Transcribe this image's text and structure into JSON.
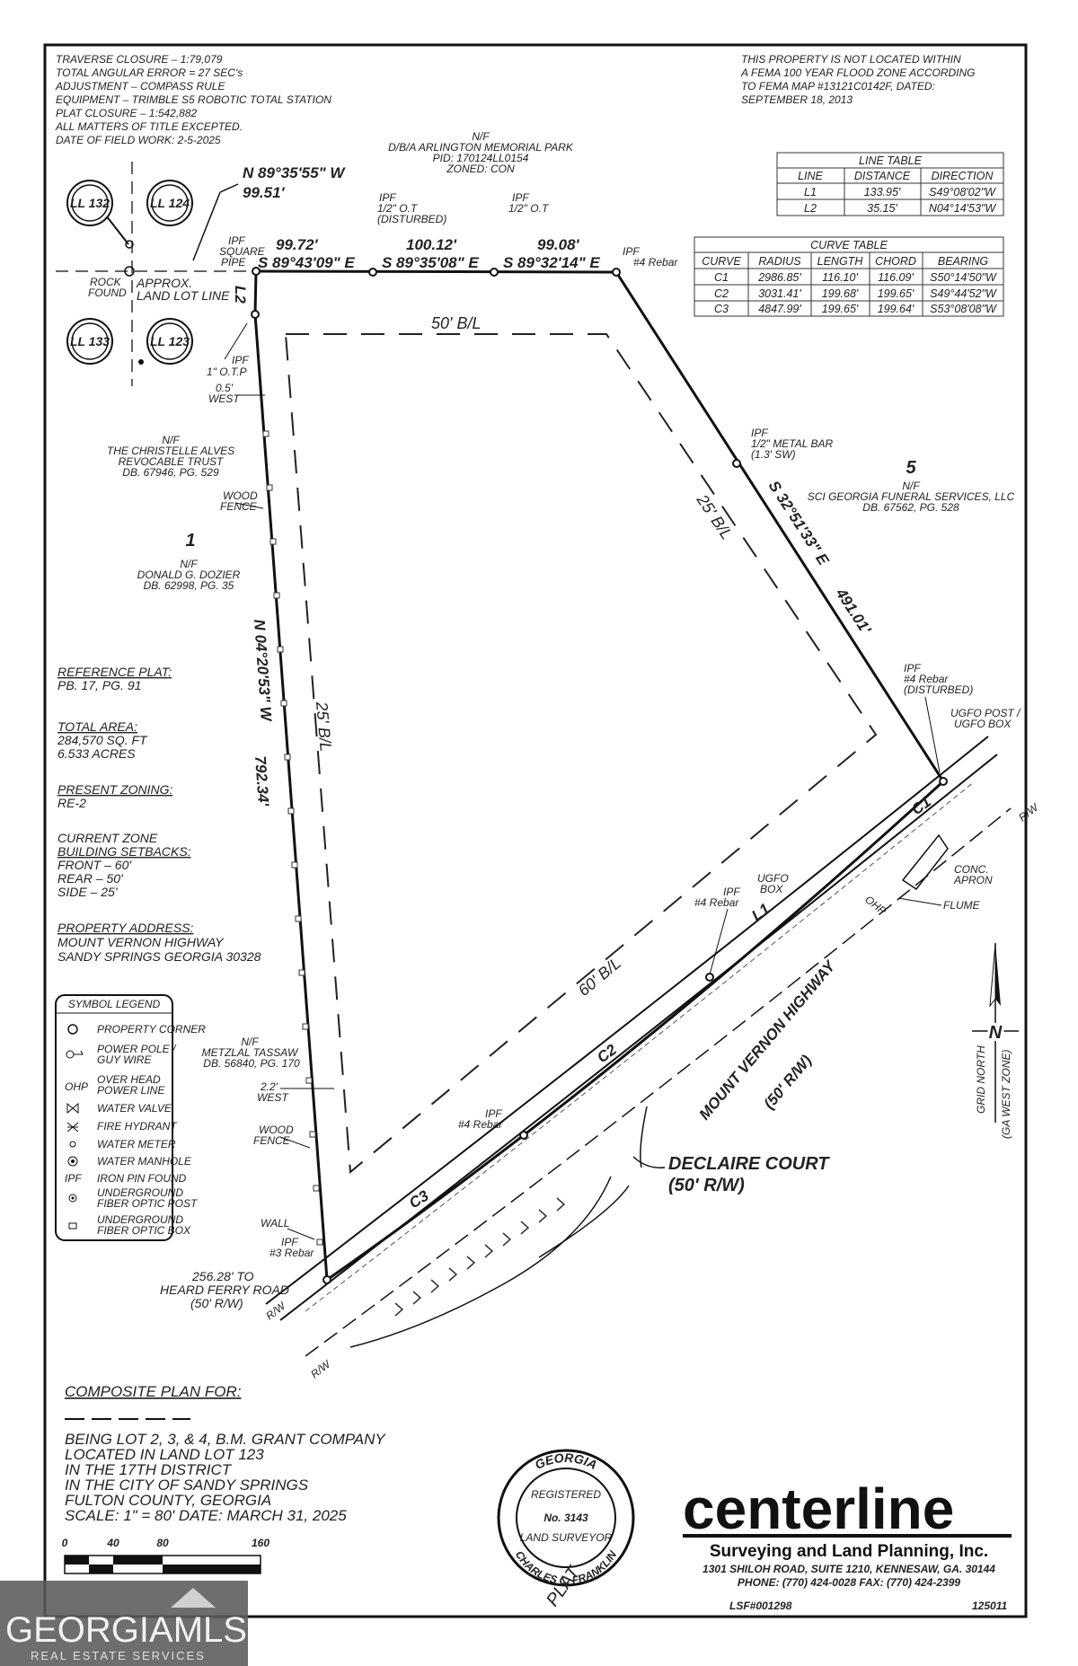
{
  "notes": [
    "TRAVERSE CLOSURE – 1:79,079",
    "TOTAL ANGULAR ERROR = 27 SEC's",
    "ADJUSTMENT – COMPASS RULE",
    "EQUIPMENT – TRIMBLE S5 ROBOTIC TOTAL STATION",
    "PLAT CLOSURE – 1:542,882",
    "ALL MATTERS OF TITLE EXCEPTED.",
    "DATE OF FIELD WORK: 2-5-2025"
  ],
  "flood_note": [
    "THIS PROPERTY IS NOT LOCATED WITHIN",
    "A FEMA 100 YEAR FLOOD ZONE ACCORDING",
    "TO FEMA MAP #13121C0142F, DATED:",
    "SEPTEMBER 18, 2013"
  ],
  "line_table": {
    "title": "LINE TABLE",
    "headers": [
      "LINE",
      "DISTANCE",
      "DIRECTION"
    ],
    "rows": [
      [
        "L1",
        "133.95'",
        "S49°08'02\"W"
      ],
      [
        "L2",
        "35.15'",
        "N04°14'53\"W"
      ]
    ]
  },
  "curve_table": {
    "title": "CURVE TABLE",
    "headers": [
      "CURVE",
      "RADIUS",
      "LENGTH",
      "CHORD",
      "BEARING"
    ],
    "rows": [
      [
        "C1",
        "2986.85'",
        "116.10'",
        "116.09'",
        "S50°14'50\"W"
      ],
      [
        "C2",
        "3031.41'",
        "199.68'",
        "199.65'",
        "S49°44'52\"W"
      ],
      [
        "C3",
        "4847.99'",
        "199.65'",
        "199.64'",
        "S53°08'08\"W"
      ]
    ]
  },
  "land_lots": [
    "LL 132",
    "LL 124",
    "LL 133",
    "LL 123"
  ],
  "bearings": {
    "nw": "N 89°35'55\" W",
    "nw_dist": "99.51'",
    "top1_dist": "99.72'",
    "top1_bearing": "S 89°43'09\" E",
    "top2_dist": "100.12'",
    "top2_bearing": "S 89°35'08\" E",
    "top3_dist": "99.08'",
    "top3_bearing": "S 89°32'14\" E",
    "east": "S 32°51'33\" E",
    "east_dist": "491.01'",
    "west": "N 04°20'53\" W",
    "west_dist": "792.34'"
  },
  "labels": {
    "ipf": "IPF",
    "ipf_square": "SQUARE",
    "ipf_pipe": "PIPE",
    "ipf_ot_disturbed": "1/2\" O.T",
    "disturbed": "(DISTURBED)",
    "ipf_ot": "1/2\" O.T",
    "rebar4": "#4 Rebar",
    "rebar3": "#3 Rebar",
    "otp": "1\" O.T.P",
    "metal_bar": "1/2\" METAL BAR",
    "metal_bar_off": "(1.3' SW)",
    "rebar4_disturbed": "(DISTURBED)",
    "rock": "ROCK",
    "found": "FOUND",
    "approx": "APPROX.",
    "land_lot_line": "LAND LOT LINE",
    "west_offset_1": "0.5'",
    "west_offset_2": "2.2'",
    "west": "WEST",
    "wood_fence": "WOOD",
    "fence": "FENCE",
    "wall": "WALL",
    "ugfo_post": "UGFO POST /",
    "ugfo_box": "UGFO BOX",
    "ugfo": "UGFO",
    "box": "BOX",
    "conc": "CONC.",
    "apron": "APRON",
    "flume": "FLUME",
    "ohp": "OHP",
    "rw": "R/W",
    "l1": "L1",
    "l2": "L2",
    "c1": "C1",
    "c2": "C2",
    "c3": "C3",
    "bl50": "50' B/L",
    "bl25_east": "25' B/L",
    "bl25_west": "25' B/L",
    "bl60": "60' B/L",
    "heard_1": "256.28' TO",
    "heard_2": "HEARD FERRY ROAD",
    "heard_3": "(50' R/W)",
    "north": "N",
    "grid_north": "GRID NORTH",
    "ga_west": "(GA WEST ZONE)"
  },
  "owners": {
    "arlington": [
      "N/F",
      "D/B/A ARLINGTON MEMORIAL PARK",
      "PID: 170124LL0154",
      "ZONED: CON"
    ],
    "alves": [
      "N/F",
      "THE CHRISTELLE ALVES",
      "REVOCABLE TRUST",
      "DB. 67946, PG. 529"
    ],
    "dozier_num": "1",
    "dozier": [
      "N/F",
      "DONALD G. DOZIER",
      "DB. 62998, PG. 35"
    ],
    "sci_num": "5",
    "sci": [
      "N/F",
      "SCI GEORGIA FUNERAL SERVICES, LLC",
      "DB. 67562, PG. 528"
    ],
    "tassaw": [
      "N/F",
      "METZLAL TASSAW",
      "DB. 56840, PG. 170"
    ]
  },
  "roads": {
    "mount_vernon": "MOUNT VERNON HIGHWAY",
    "mount_vernon_rw": "(50' R/W)",
    "declaire": "DECLAIRE COURT",
    "declaire_rw": "(50' R/W)"
  },
  "info": {
    "reference_plat_h": "REFERENCE PLAT:",
    "reference_plat": "PB. 17, PG. 91",
    "total_area_h": "TOTAL AREA:",
    "total_area_sqft": "284,570 SQ. FT",
    "total_area_ac": "6.533 ACRES",
    "zoning_h": "PRESENT ZONING:",
    "zoning": "RE-2",
    "setbacks_h1": "CURRENT ZONE",
    "setbacks_h2": "BUILDING SETBACKS:",
    "front": "FRONT – 60'",
    "rear": "REAR – 50'",
    "side": "SIDE – 25'",
    "address_h": "PROPERTY ADDRESS:",
    "address_1": "MOUNT VERNON HIGHWAY",
    "address_2": "SANDY SPRINGS GEORGIA 30328"
  },
  "legend": {
    "title": "SYMBOL LEGEND",
    "items": [
      {
        "sym": "circle",
        "label": [
          "PROPERTY CORNER"
        ]
      },
      {
        "sym": "pole",
        "label": [
          "POWER POLE /",
          "GUY WIRE"
        ]
      },
      {
        "sym": "OHP",
        "label": [
          "OVER HEAD",
          "POWER LINE"
        ]
      },
      {
        "sym": "valve",
        "label": [
          "WATER VALVE"
        ]
      },
      {
        "sym": "hydrant",
        "label": [
          "FIRE HYDRANT"
        ]
      },
      {
        "sym": "meter",
        "label": [
          "WATER METER"
        ]
      },
      {
        "sym": "manhole",
        "label": [
          "WATER MANHOLE"
        ]
      },
      {
        "sym": "IPF",
        "label": [
          "IRON PIN FOUND"
        ]
      },
      {
        "sym": "post",
        "label": [
          "UNDERGROUND",
          "FIBER OPTIC POST"
        ]
      },
      {
        "sym": "box",
        "label": [
          "UNDERGROUND",
          "FIBER OPTIC BOX"
        ]
      }
    ]
  },
  "title_block": {
    "heading": "COMPOSITE PLAN FOR:",
    "lines": [
      "BEING LOT 2, 3, & 4, B.M. GRANT COMPANY",
      "LOCATED IN LAND LOT 123",
      "IN THE 17TH DISTRICT",
      "IN THE CITY OF SANDY SPRINGS",
      "FULTON COUNTY, GEORGIA",
      "SCALE: 1\" = 80'  DATE: MARCH 31, 2025"
    ]
  },
  "scale_bar": [
    "0",
    "40",
    "80",
    "160"
  ],
  "seal": {
    "state": "GEORGIA",
    "registered": "REGISTERED",
    "number": "No. 3143",
    "surveyor": "LAND SURVEYOR",
    "name": "CHARLES C. FRANKLIN"
  },
  "stamp_letters": "PLAT",
  "company": {
    "logo": "centerline",
    "name": "Surveying and Land Planning, Inc.",
    "address": "1301 SHILOH ROAD, SUITE 1210, KENNESAW, GA. 30144",
    "phone": "PHONE: (770) 424-0028   FAX: (770) 424-2399",
    "license": "LSF#001298",
    "job": "125011"
  },
  "watermark": {
    "brand": "GEORGIAMLS",
    "sub": "REAL ESTATE SERVICES"
  }
}
